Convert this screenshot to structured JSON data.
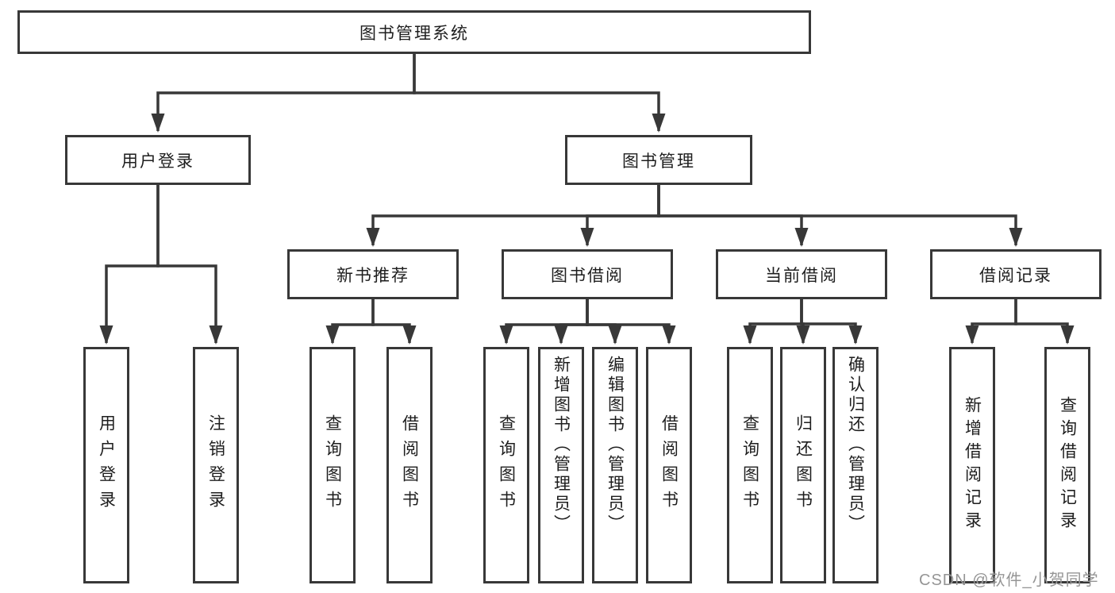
{
  "diagram": {
    "title": "图书管理系统",
    "type": "tree-diagram",
    "colors": {
      "line": "#383838",
      "box_border": "#383838",
      "box_fill": "#ffffff",
      "text": "#1e1e1e",
      "watermark": "#959595",
      "background": "#ffffff"
    }
  },
  "nodes": {
    "root": "图书管理系统",
    "user_login": "用户登录",
    "book_mgmt": "图书管理",
    "new_book_rec": "新书推荐",
    "book_borrow": "图书借阅",
    "current_borrow": "当前借阅",
    "borrow_records": "借阅记录",
    "leaf_user_login": "用户登录",
    "leaf_logout": "注销登录",
    "rec_query_book": "查询图书",
    "rec_borrow_book": "借阅图书",
    "bb_query_book": "查询图书",
    "bb_add_book": "新增图书（管理员）",
    "bb_edit_book": "编辑图书（管理员）",
    "bb_borrow_book": "借阅图书",
    "cur_query_book": "查询图书",
    "cur_return_book": "归还图书",
    "cur_confirm_return": "确认归还（管理员）",
    "br_add_record": "新增借阅记录",
    "br_query_record": "查询借阅记录"
  },
  "hierarchy": {
    "图书管理系统": {
      "用户登录": [
        "用户登录",
        "注销登录"
      ],
      "图书管理": {
        "新书推荐": [
          "查询图书",
          "借阅图书"
        ],
        "图书借阅": [
          "查询图书",
          "新增图书（管理员）",
          "编辑图书（管理员）",
          "借阅图书"
        ],
        "当前借阅": [
          "查询图书",
          "归还图书",
          "确认归还（管理员）"
        ],
        "借阅记录": [
          "新增借阅记录",
          "查询借阅记录"
        ]
      }
    }
  },
  "watermark": "CSDN @软件_小贺同学"
}
